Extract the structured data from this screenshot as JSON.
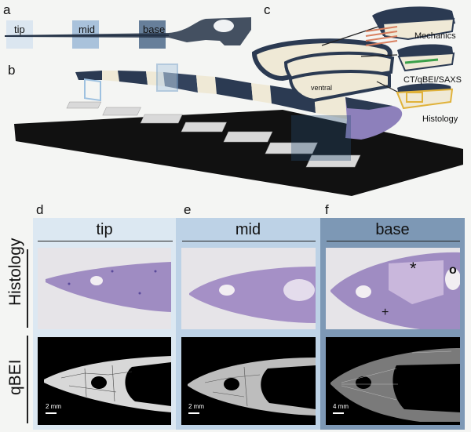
{
  "panels": {
    "a": "a",
    "b": "b",
    "c": "c",
    "d": "d",
    "e": "e",
    "f": "f"
  },
  "panel_a": {
    "labels": [
      "tip",
      "mid",
      "base"
    ]
  },
  "panel_c": {
    "ventral": "ventral",
    "mechanics": "Mechanics",
    "ct": "CT/qBEI/SAXS",
    "histology": "Histology"
  },
  "columns": [
    {
      "title": "tip",
      "scale": "2 mm"
    },
    {
      "title": "mid",
      "scale": "2 mm"
    },
    {
      "title": "base",
      "scale": "4 mm"
    }
  ],
  "rows": {
    "histology": "Histology",
    "qbei": "qBEI"
  },
  "markers": {
    "star": "*",
    "circle": "o",
    "plus": "+"
  },
  "colors": {
    "tip": "#dce8f2",
    "mid": "#b9cfe4",
    "base": "#7b97b4",
    "histology_stain": "#9f8cc2",
    "dark": "#25344a",
    "cream": "#efe9d6"
  }
}
